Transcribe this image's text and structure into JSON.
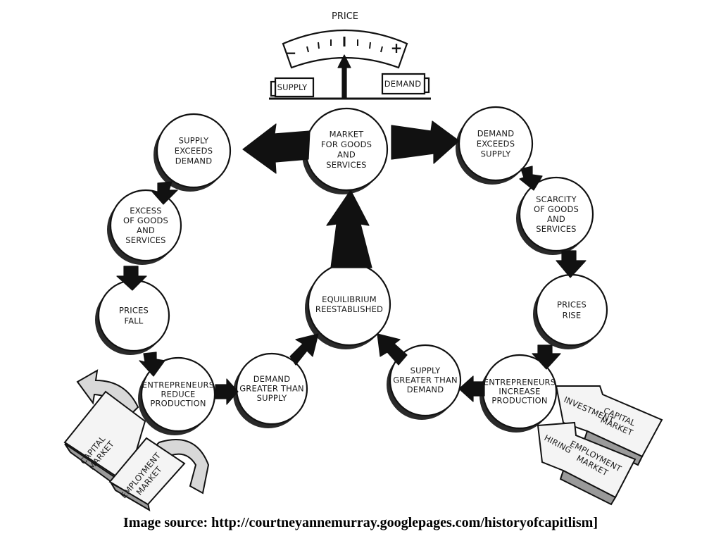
{
  "gauge": {
    "title": "PRICE",
    "minus": "−",
    "plus": "+",
    "supply_label": "SUPPLY",
    "demand_label": "DEMAND"
  },
  "nodes": {
    "market": [
      "MARKET",
      "FOR GOODS",
      "AND",
      "SERVICES"
    ],
    "supply_exceeds": [
      "SUPPLY",
      "EXCEEDS",
      "DEMAND"
    ],
    "excess": [
      "EXCESS",
      "OF GOODS",
      "AND",
      "SERVICES"
    ],
    "prices_fall": [
      "PRICES",
      "FALL"
    ],
    "entre_reduce": [
      "ENTREPRENEURS",
      "REDUCE",
      "PRODUCTION"
    ],
    "demand_greater": [
      "DEMAND",
      "GREATER THAN",
      "SUPPLY"
    ],
    "equilibrium": [
      "EQUILIBRIUM",
      "REESTABLISHED"
    ],
    "supply_greater": [
      "SUPPLY",
      "GREATER THAN",
      "DEMAND"
    ],
    "entre_increase": [
      "ENTREPRENEURS",
      "INCREASE",
      "PRODUCTION"
    ],
    "prices_rise": [
      "PRICES",
      "RISE"
    ],
    "scarcity": [
      "SCARCITY",
      "OF GOODS",
      "AND",
      "SERVICES"
    ],
    "demand_exceeds": [
      "DEMAND",
      "EXCEEDS",
      "SUPPLY"
    ]
  },
  "left_markets": {
    "capital": [
      "CAPITAL",
      "MARKET"
    ],
    "employment": [
      "EMPLOYMENT",
      "MARKET"
    ]
  },
  "right_markets": {
    "investment": "INVESTMENT",
    "capital": [
      "CAPITAL",
      "MARKET"
    ],
    "hiring": "HIRING",
    "employment": [
      "EMPLOYMENT",
      "MARKET"
    ]
  },
  "caption": "Image source:  http://courtneyannemurray.googlepages.com/historyofcapitlism]"
}
